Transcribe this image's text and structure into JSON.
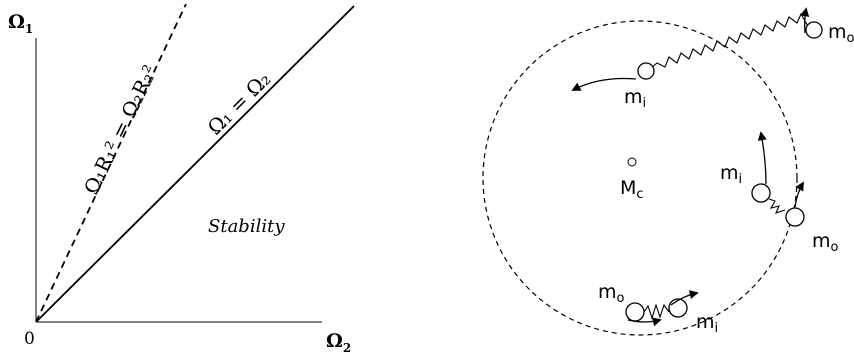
{
  "left_panel": {
    "y_axis_label": "Ω",
    "y_axis_sub": "1",
    "x_axis_label": "Ω",
    "x_axis_sub": "2",
    "origin_label": "0",
    "solid_line_label": "Ω₁ = Ω₂",
    "dashed_line_label": "Ω₁R₁² = Ω₂R₂²",
    "region_label": "Stability"
  },
  "right_panel": {
    "central_mass": {
      "name": "M",
      "sub": "c"
    },
    "inner_mass": {
      "name": "m",
      "sub": "i"
    },
    "outer_mass": {
      "name": "m",
      "sub": "o"
    }
  },
  "colors": {
    "ink": "#000000",
    "background": "#ffffff"
  }
}
